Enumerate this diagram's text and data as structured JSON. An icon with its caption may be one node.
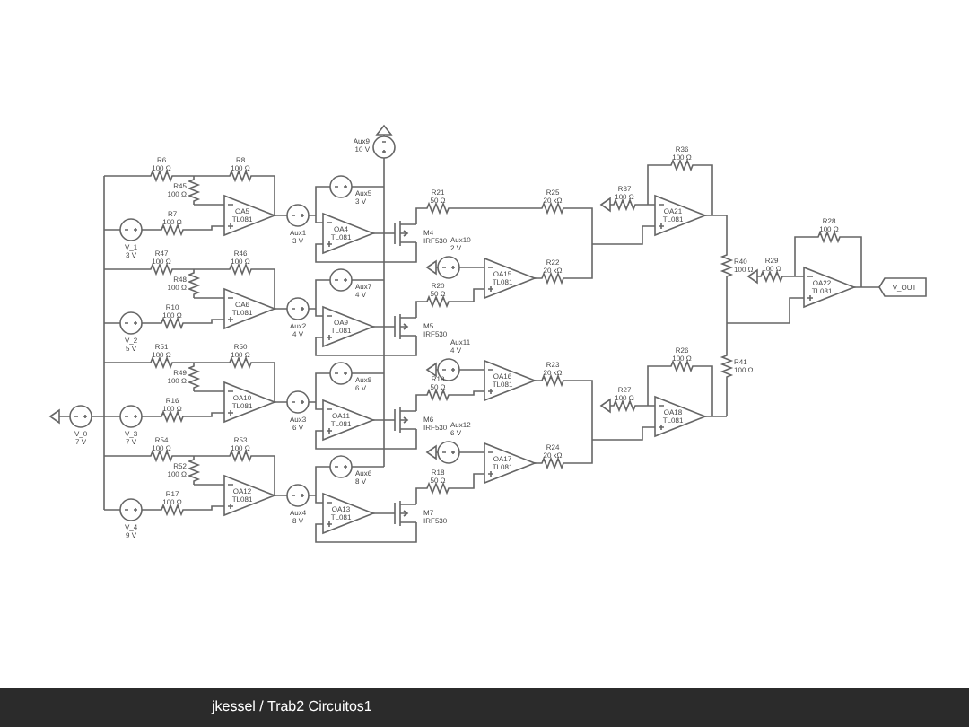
{
  "diagram": {
    "caption": "jkessel / Trab2 Circuitos1",
    "labels": [
      "Aux9",
      "10 V",
      "V_1",
      "3 V",
      "R6",
      "100 Ω",
      "R8",
      "100 Ω",
      "R7",
      "100 Ω",
      "R45",
      "100 Ω",
      "OA5",
      "TL081",
      "Aux1",
      "3 V",
      "Aux5",
      "3 V",
      "OA4",
      "TL081",
      "R21",
      "50 Ω",
      "M4",
      "IRF530",
      "V_2",
      "5 V",
      "R47",
      "100 Ω",
      "R46",
      "100 Ω",
      "R10",
      "100 Ω",
      "R48",
      "100 Ω",
      "OA6",
      "TL081",
      "Aux2",
      "4 V",
      "Aux7",
      "4 V",
      "OA9",
      "TL081",
      "R20",
      "50 Ω",
      "M5",
      "IRF530",
      "V_3",
      "7 V",
      "R51",
      "100 Ω",
      "R50",
      "100 Ω",
      "R16",
      "100 Ω",
      "R49",
      "100 Ω",
      "OA10",
      "TL081",
      "Aux3",
      "6 V",
      "Aux8",
      "6 V",
      "OA11",
      "TL081",
      "R19",
      "50 Ω",
      "M6",
      "IRF530",
      "V_4",
      "9 V",
      "R54",
      "100 Ω",
      "R53",
      "100 Ω",
      "R17",
      "100 Ω",
      "R52",
      "100 Ω",
      "OA12",
      "TL081",
      "Aux4",
      "8 V",
      "Aux6",
      "8 V",
      "OA13",
      "TL081",
      "R18",
      "50 Ω",
      "M7",
      "IRF530",
      "V_0",
      "7 V",
      "R25",
      "20 kΩ",
      "Aux10",
      "2 V",
      "OA15",
      "TL081",
      "R22",
      "20 kΩ",
      "Aux11",
      "4 V",
      "OA16",
      "TL081",
      "R23",
      "20 kΩ",
      "Aux12",
      "6 V",
      "OA17",
      "TL081",
      "R24",
      "20 kΩ",
      "R36",
      "100 Ω",
      "R37",
      "100 Ω",
      "OA21",
      "TL081",
      "R26",
      "100 Ω",
      "R27",
      "100 Ω",
      "OA18",
      "TL081",
      "R40",
      "100 Ω",
      "R41",
      "100 Ω",
      "R28",
      "100 Ω",
      "R29",
      "100 Ω",
      "OA22",
      "TL081",
      "V_OUT"
    ]
  }
}
